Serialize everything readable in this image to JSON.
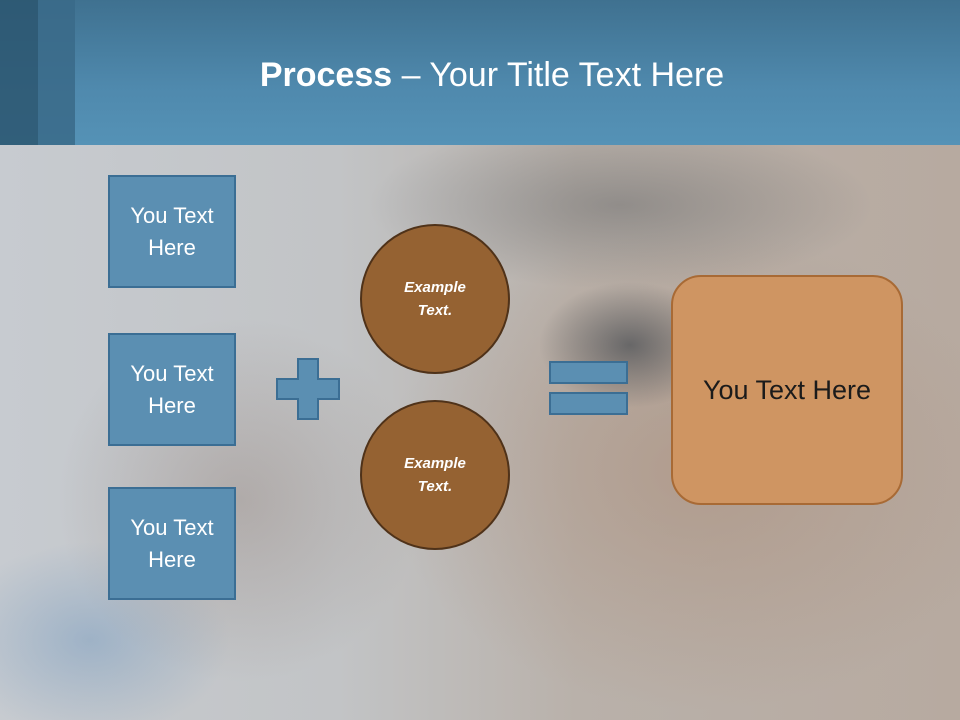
{
  "slide": {
    "title_bold": "Process",
    "title_rest": " – Your Title Text Here"
  },
  "inputs": [
    {
      "label": "You Text Here"
    },
    {
      "label": "You Text Here"
    },
    {
      "label": "You Text Here"
    }
  ],
  "operators": {
    "plus_icon": "plus-sign",
    "equals_icon": "equals-sign"
  },
  "circles": [
    {
      "label": "Example Text."
    },
    {
      "label": "Example Text."
    }
  ],
  "result": {
    "label": "You Text Here"
  },
  "colors": {
    "header": "#4f89ad",
    "box_fill": "#5b8fb2",
    "circle_fill": "#956232",
    "result_fill": "#cf9562"
  }
}
